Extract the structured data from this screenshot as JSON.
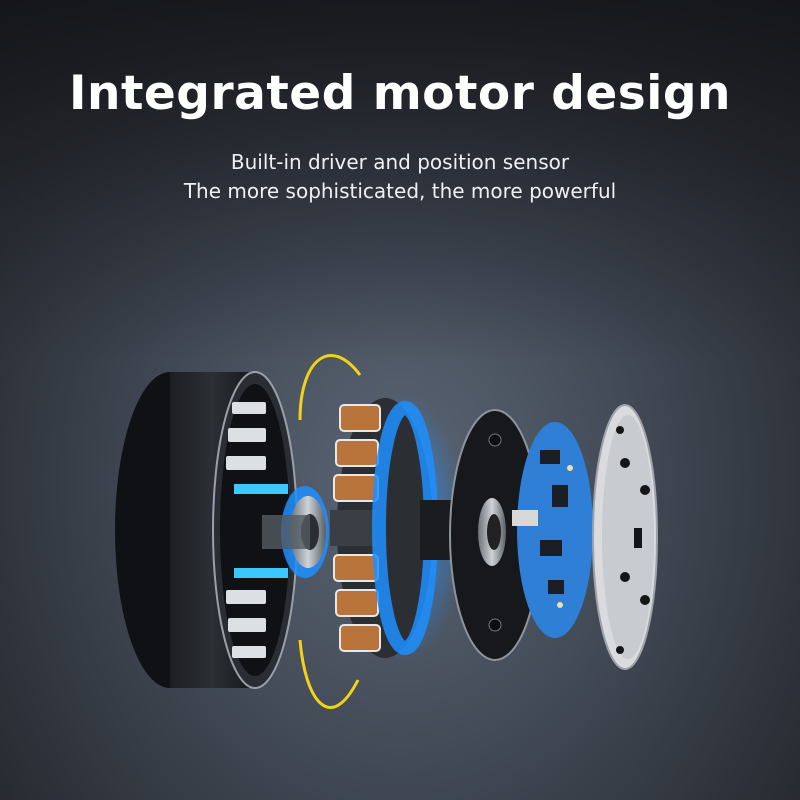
{
  "headline": "Integrated motor design",
  "subtitle_line_1": "Built-in driver and position sensor",
  "subtitle_line_2": "The more sophisticated, the more powerful",
  "colors": {
    "accent_yellow": "#f2d21a",
    "accent_blue": "#1e8fff",
    "pcb_blue": "#2f7fd6",
    "copper": "#b8743a"
  }
}
